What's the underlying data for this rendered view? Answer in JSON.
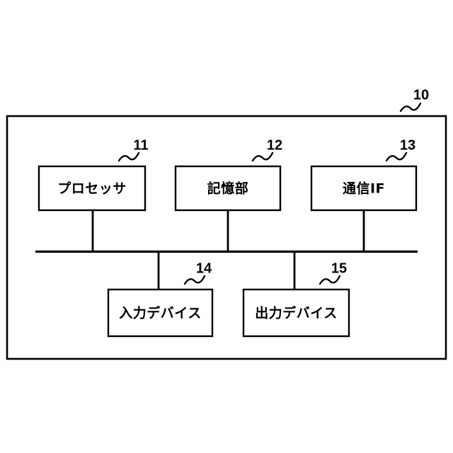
{
  "figure": {
    "type": "patent-block-diagram",
    "background_color": "#ffffff",
    "line_color": "#000000",
    "system": {
      "ref_number": "10",
      "name": "outer-system-frame"
    },
    "blocks": [
      {
        "id": "processor",
        "label": "プロセッサ",
        "ref_number": "11",
        "row": "upper"
      },
      {
        "id": "storage",
        "label": "記憶部",
        "ref_number": "12",
        "row": "upper"
      },
      {
        "id": "communication-if",
        "label": "通信IF",
        "ref_number": "13",
        "row": "upper"
      },
      {
        "id": "input-device",
        "label": "入力デバイス",
        "ref_number": "14",
        "row": "lower"
      },
      {
        "id": "output-device",
        "label": "出力デバイス",
        "ref_number": "15",
        "row": "lower"
      }
    ],
    "bus": {
      "name": "system-bus",
      "connects": [
        "processor",
        "storage",
        "communication-if",
        "input-device",
        "output-device"
      ]
    }
  }
}
